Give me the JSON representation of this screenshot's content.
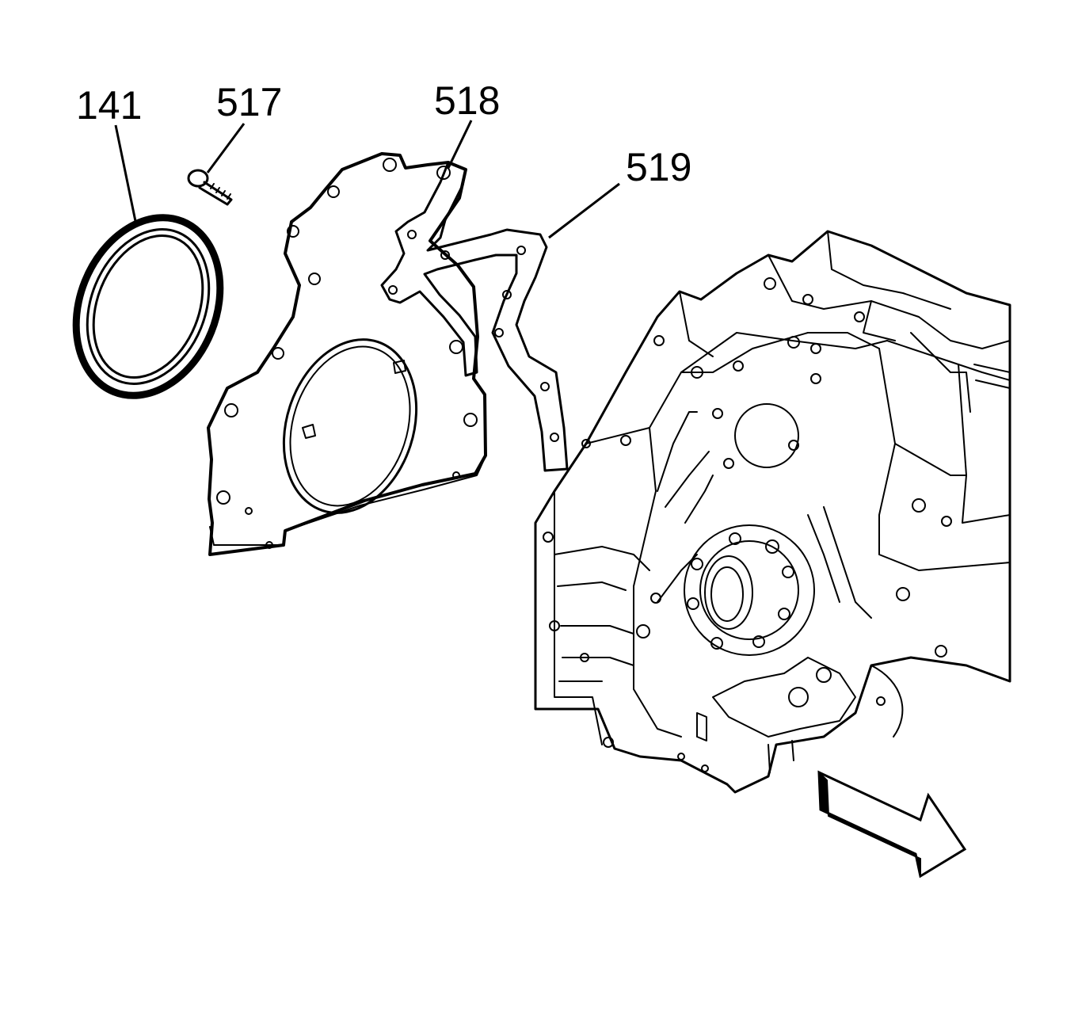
{
  "callouts": {
    "seal": "141",
    "bolt": "517",
    "cover": "518",
    "gasket": "519"
  },
  "colors": {
    "ink": "#000000",
    "paper": "#ffffff"
  },
  "icons": {
    "direction": "front-arrow-icon"
  }
}
